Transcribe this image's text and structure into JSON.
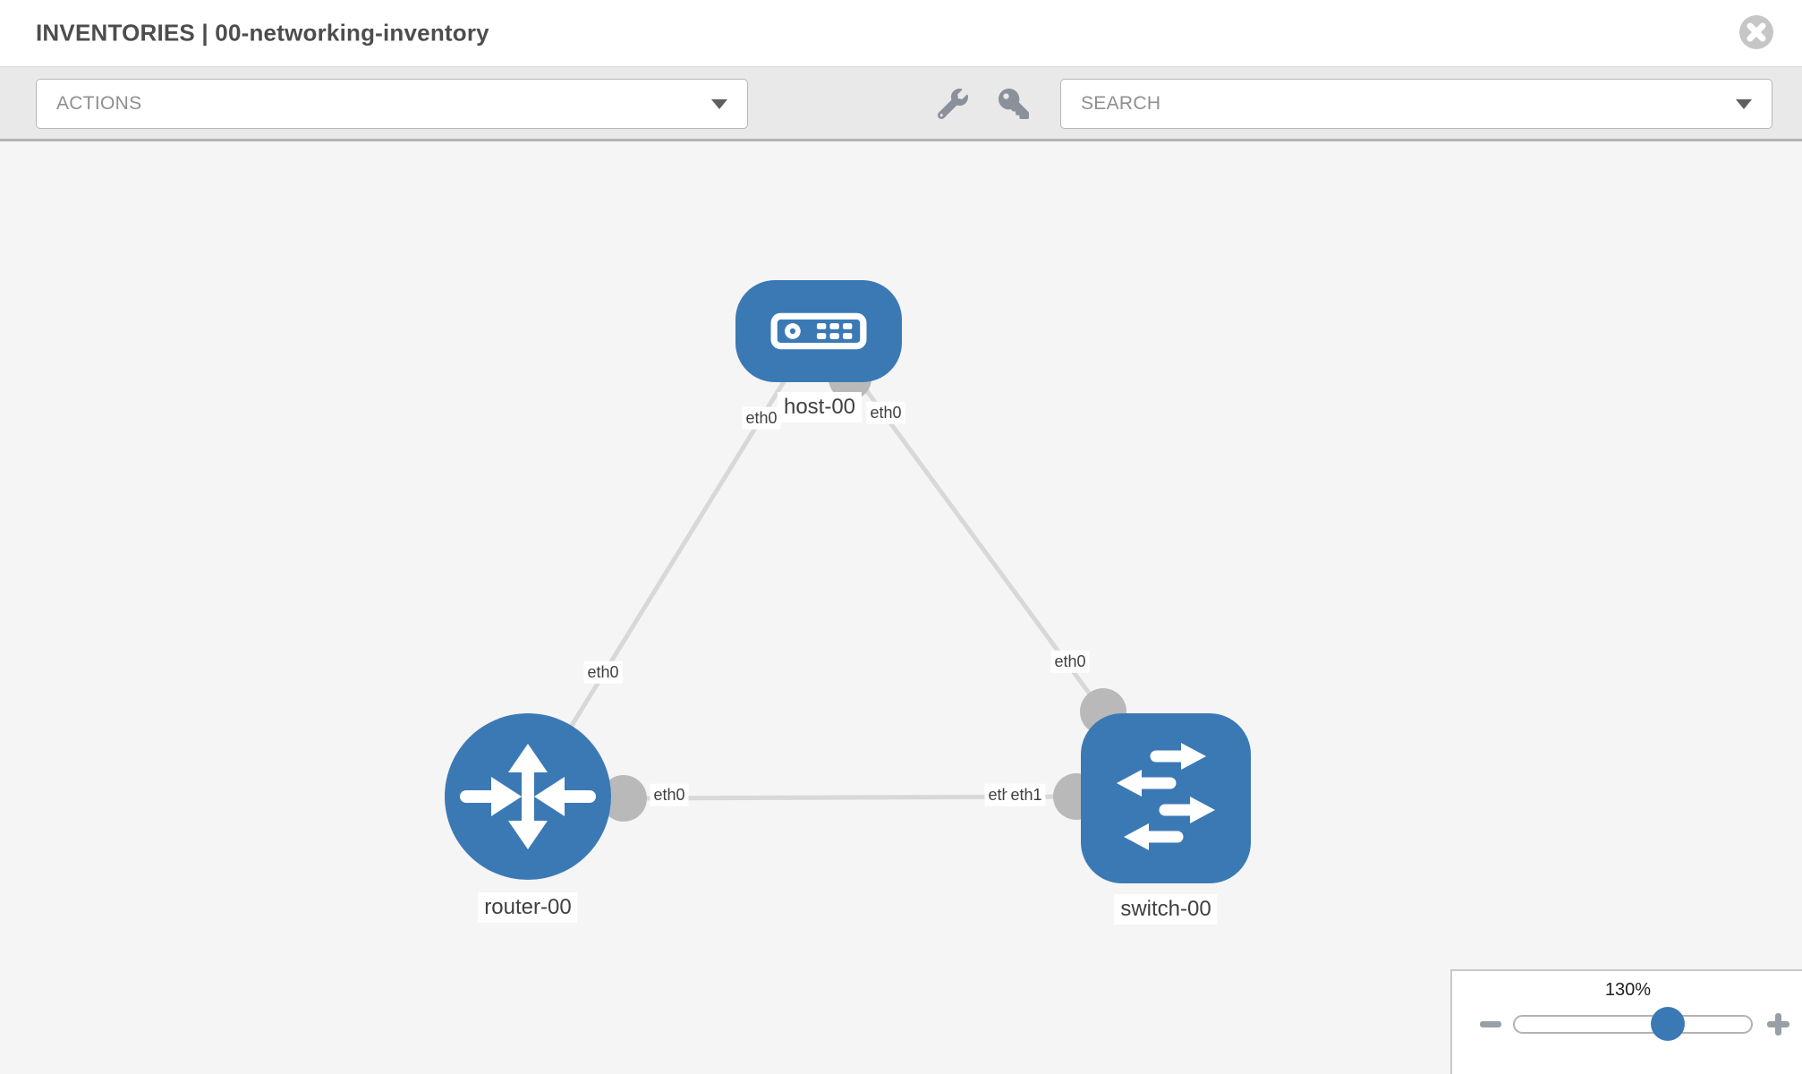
{
  "header": {
    "title": "INVENTORIES | 00-networking-inventory",
    "close_icon": "close"
  },
  "toolbar": {
    "actions_label": "ACTIONS",
    "search_label": "SEARCH",
    "icons": [
      "wrench",
      "key"
    ]
  },
  "topology": {
    "nodes": [
      {
        "id": "host-00",
        "type": "host",
        "label": "host-00"
      },
      {
        "id": "router-00",
        "type": "router",
        "label": "router-00"
      },
      {
        "id": "switch-00",
        "type": "switch",
        "label": "switch-00"
      }
    ],
    "links": [
      {
        "from": "host-00",
        "to": "router-00"
      },
      {
        "from": "host-00",
        "to": "switch-00"
      },
      {
        "from": "router-00",
        "to": "switch-00"
      }
    ],
    "interface_labels": {
      "host_left": "eth0",
      "host_right": "eth0",
      "router_top": "eth0",
      "switch_top": "eth0",
      "link_mid_left": "eth0",
      "link_mid_right_back": "eth0",
      "link_mid_right_front": "eth1"
    }
  },
  "zoom_control": {
    "level": "130%",
    "minus_icon": "minus",
    "plus_icon": "plus"
  },
  "colors": {
    "node_blue": "#3b79b5",
    "port_gray": "#b9b9b9",
    "link_gray": "#d8d8d8",
    "canvas_bg": "#f5f5f5",
    "toolbar_bg": "#e9e9e9"
  }
}
